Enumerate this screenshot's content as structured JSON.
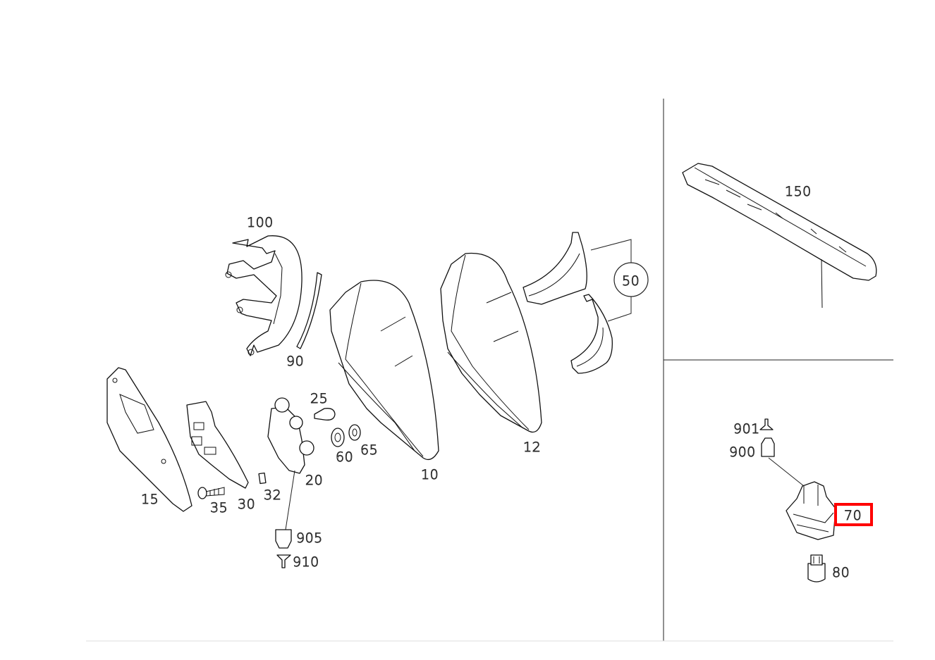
{
  "diagram": {
    "parts": {
      "p100": "100",
      "p90": "90",
      "p25": "25",
      "p60": "60",
      "p65": "65",
      "p10": "10",
      "p12": "12",
      "p50": "50",
      "p15": "15",
      "p35": "35",
      "p30": "30",
      "p32": "32",
      "p20": "20",
      "p905": "905",
      "p910": "910",
      "p150": "150",
      "p901": "901",
      "p900": "900",
      "p70": "70",
      "p80": "80"
    },
    "highlighted_part": "70",
    "colors": {
      "line": "#111111",
      "highlight": "#ff0000",
      "background": "#ffffff"
    }
  }
}
